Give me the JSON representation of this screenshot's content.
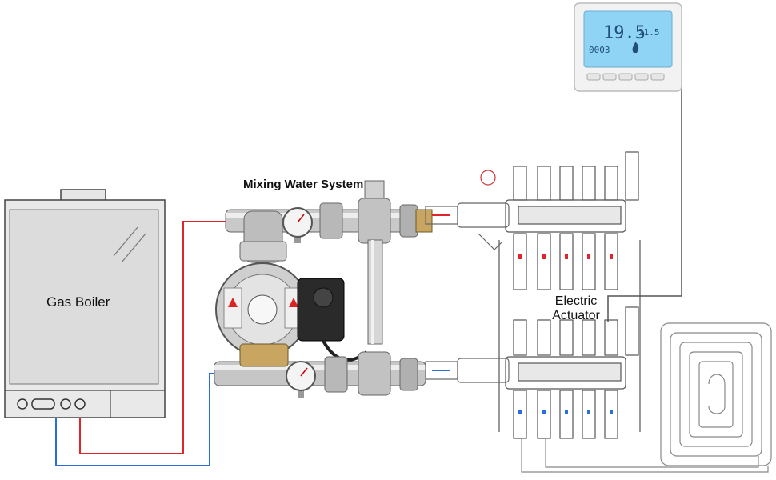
{
  "labels": {
    "mixing_system": "Mixing Water System",
    "gas_boiler": "Gas Boiler",
    "electric_actuator": "Electric\nActuator"
  },
  "thermostat": {
    "main_temp": "19.5",
    "set_temp": "21.5",
    "counter": "0003"
  },
  "colors": {
    "supply_line": "#e0262b",
    "return_line": "#2a6fdb",
    "control_wire": "#555555",
    "boiler_body": "#d8d8d8",
    "thermostat_screen": "#8fd3f5"
  }
}
